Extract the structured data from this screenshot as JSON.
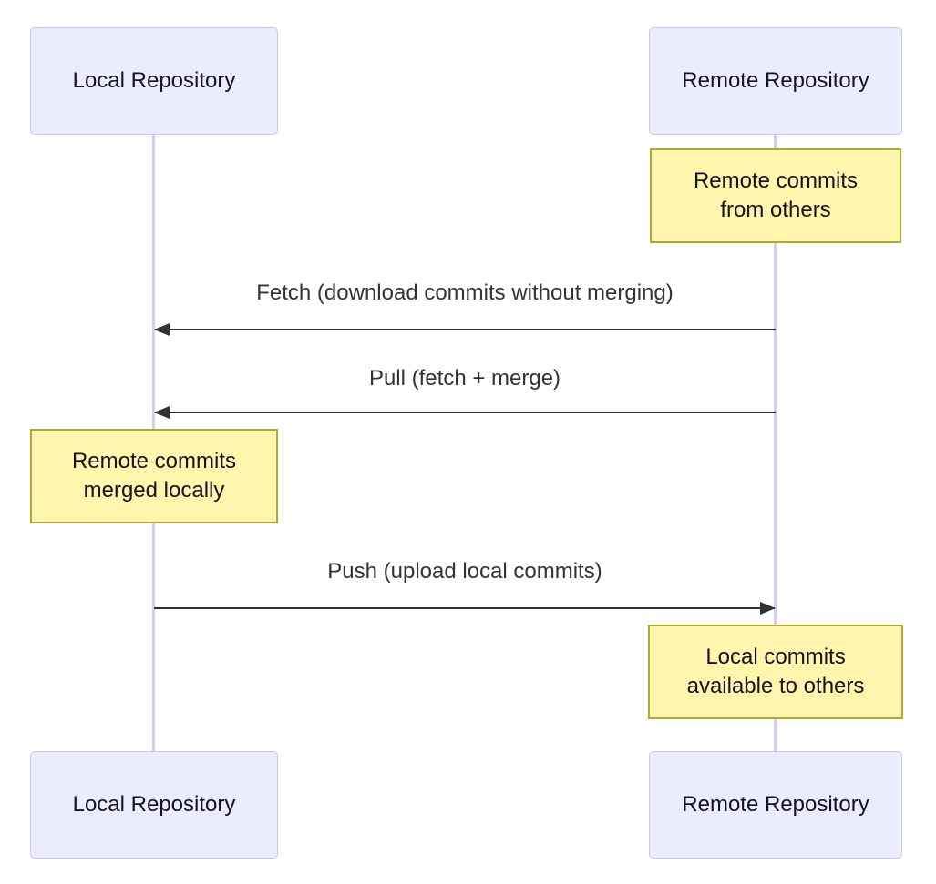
{
  "diagram": {
    "type": "sequence",
    "actors": {
      "local": {
        "label": "Local Repository"
      },
      "remote": {
        "label": "Remote Repository"
      }
    },
    "notes": [
      {
        "lines": [
          "Remote commits",
          "from others"
        ],
        "over": "Remote Repository"
      },
      {
        "lines": [
          "Remote commits",
          "merged locally"
        ],
        "over": "Local Repository"
      },
      {
        "lines": [
          "Local commits",
          "available to others"
        ],
        "over": "Remote Repository"
      }
    ],
    "messages": [
      {
        "label": "Fetch (download commits without merging)",
        "from": "Remote Repository",
        "to": "Local Repository",
        "direction": "right-to-left"
      },
      {
        "label": "Pull (fetch + merge)",
        "from": "Remote Repository",
        "to": "Local Repository",
        "direction": "right-to-left"
      },
      {
        "label": "Push (upload local commits)",
        "from": "Local Repository",
        "to": "Remote Repository",
        "direction": "left-to-right"
      }
    ],
    "colors": {
      "actor_fill": "#ECECFF",
      "actor_border": "#CFC5E9",
      "lifeline": "#D7CCF0",
      "note_fill": "#FFF5AD",
      "note_border": "#AAAA33",
      "message_color": "#333333",
      "text_color": "#16131F"
    }
  }
}
